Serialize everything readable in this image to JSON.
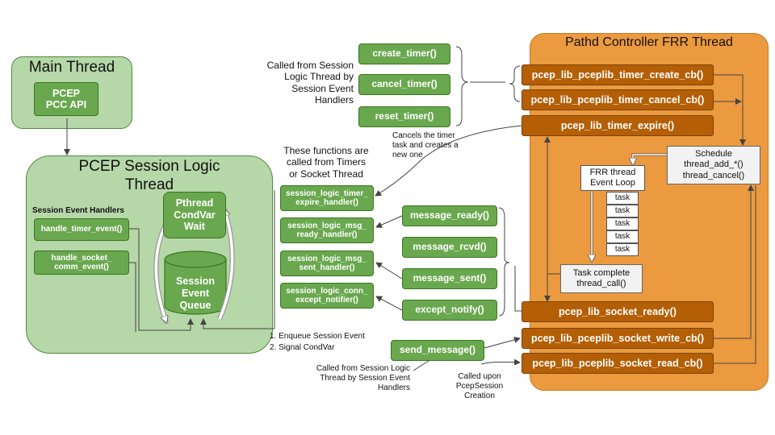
{
  "main_thread": {
    "title": "Main Thread",
    "pcc_api": "PCEP\nPCC API"
  },
  "session_logic": {
    "title": "PCEP Session Logic\nThread",
    "handlers_label": "Session Event Handlers",
    "handle_timer": "handle_timer_event()",
    "handle_socket": "handle_socket_\ncomm_event()",
    "condvar": "Pthread\nCondVar\nWait",
    "queue": "Session\nEvent\nQueue"
  },
  "timers": {
    "caption": "Called from Session\nLogic Thread by\nSession Event\nHandlers",
    "create": "create_timer()",
    "cancel": "cancel_timer()",
    "reset": "reset_timer()",
    "reset_note": "Cancels the timer\ntask and creates a\nnew one"
  },
  "callbacks": {
    "caption": "These functions are\ncalled from Timers\nor Socket Thread",
    "timer_expire": "session_logic_timer_\nexpire_handler()",
    "msg_ready": "session_logic_msg_\nready_handler()",
    "msg_sent": "session_logic_msg_\nsent_handler()",
    "conn_except": "session_logic_conn_\nexcept_notifier()"
  },
  "socket": {
    "message_ready": "message_ready()",
    "message_rcvd": "message_rcvd()",
    "message_sent": "message_sent()",
    "except_notify": "except_notify()",
    "enqueue_note": "1.  Enqueue Session Event\n2.  Signal CondVar",
    "send_message": "send_message()",
    "send_caption": "Called from Session Logic\nThread by Session Event\nHandlers",
    "creation_note": "Called upon\nPcepSession\nCreation"
  },
  "frr": {
    "title": "Pathd Controller FRR Thread",
    "timer_create_cb": "pcep_lib_pceplib_timer_create_cb()",
    "timer_cancel_cb": "pcep_lib_pceplib_timer_cancel_cb()",
    "timer_expire": "pcep_lib_timer_expire()",
    "schedule": "Schedule\nthread_add_*()\nthread_cancel()",
    "event_loop": "FRR thread\nEvent Loop",
    "task_label": "task",
    "task_complete": "Task complete\nthread_call()",
    "socket_ready": "pcep_lib_socket_ready()",
    "socket_write_cb": "pcep_lib_pceplib_socket_write_cb()",
    "socket_read_cb": "pcep_lib_pceplib_socket_read_cb()"
  },
  "colors": {
    "green_box": "#6aa84f",
    "green_region": "#b6d7a8",
    "orange_box": "#b45f06",
    "orange_region": "#ec9a3f"
  }
}
